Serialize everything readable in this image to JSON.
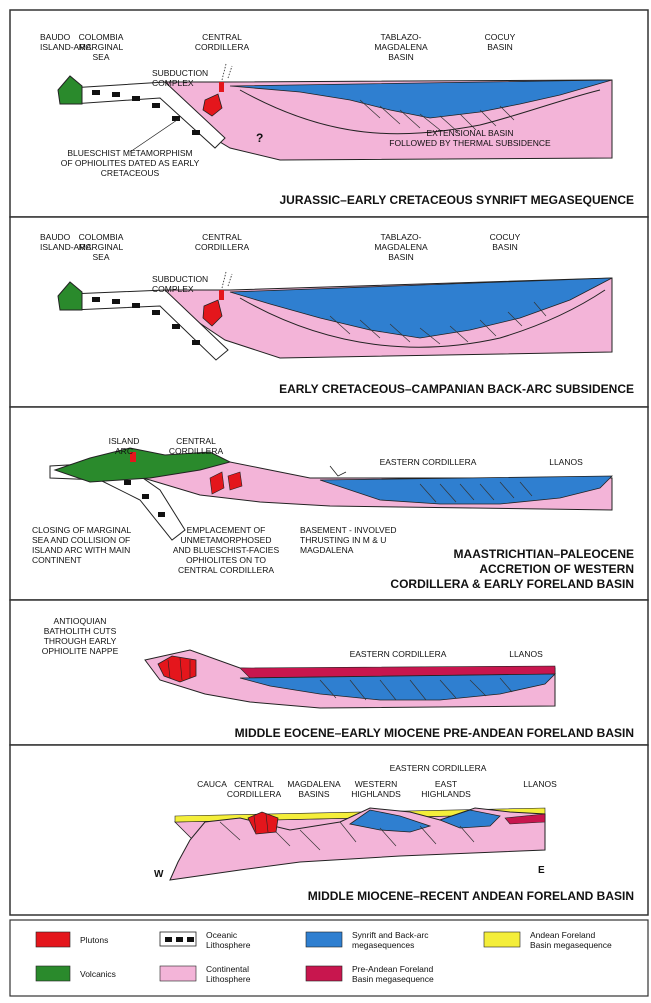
{
  "colors": {
    "pluton": "#e4161c",
    "volcanic": "#2a8a2c",
    "continental": "#f3b4d8",
    "synrift": "#2f7fd0",
    "foreland_andean": "#f4ee3a",
    "foreland_pre_andean": "#c8164e",
    "frame": "#333333"
  },
  "panels": [
    {
      "title": "JURASSIC–EARLY CRETACEOUS SYNRIFT MEGASEQUENCE",
      "labels": {
        "baudo": [
          "BAUDO",
          "ISLAND-ARC"
        ],
        "colombia": [
          "COLOMBIA",
          "MARGINAL",
          "SEA"
        ],
        "central": [
          "CENTRAL",
          "CORDILLERA"
        ],
        "tablazo": [
          "TABLAZO-",
          "MAGDALENA",
          "BASIN"
        ],
        "cocuy": [
          "COCUY",
          "BASIN"
        ],
        "subduction": [
          "SUBDUCTION",
          "COMPLEX"
        ],
        "blueschist": [
          "BLUESCHIST METAMORPHISM",
          "OF OPHIOLITES DATED AS EARLY",
          "CRETACEOUS"
        ],
        "extensional": [
          "EXTENSIONAL BASIN",
          "FOLLOWED BY THERMAL SUBSIDENCE"
        ],
        "question": "?"
      }
    },
    {
      "title": "EARLY CRETACEOUS–CAMPANIAN BACK-ARC SUBSIDENCE",
      "labels": {
        "baudo": [
          "BAUDO",
          "ISLAND-ARC"
        ],
        "colombia": [
          "COLOMBIA",
          "MARGINAL",
          "SEA"
        ],
        "central": [
          "CENTRAL",
          "CORDILLERA"
        ],
        "tablazo": [
          "TABLAZO-",
          "MAGDALENA",
          "BASIN"
        ],
        "cocuy": [
          "COCUY",
          "BASIN"
        ],
        "subduction": [
          "SUBDUCTION",
          "COMPLEX"
        ]
      }
    },
    {
      "title_lines": [
        "MAASTRICHTIAN–PALEOCENE",
        "ACCRETION OF WESTERN",
        "CORDILLERA & EARLY FORELAND BASIN"
      ],
      "labels": {
        "island_arc": [
          "ISLAND",
          "ARC"
        ],
        "central": [
          "CENTRAL",
          "CORDILLERA"
        ],
        "eastern": "EASTERN CORDILLERA",
        "llanos": "LLANOS",
        "closing": [
          "CLOSING OF MARGINAL",
          "SEA AND COLLISION OF",
          "ISLAND ARC WITH MAIN",
          "CONTINENT"
        ],
        "emplacement": [
          "EMPLACEMENT OF",
          "UNMETAMORPHOSED",
          "AND BLUESCHIST-FACIES",
          "OPHIOLITES ON TO",
          "CENTRAL CORDILLERA"
        ],
        "basement": [
          "BASEMENT - INVOLVED",
          "THRUSTING IN M & U",
          "MAGDALENA"
        ]
      }
    },
    {
      "title": "MIDDLE EOCENE–EARLY MIOCENE PRE-ANDEAN FORELAND BASIN",
      "labels": {
        "antioquian": [
          "ANTIOQUIAN",
          "BATHOLITH CUTS",
          "THROUGH EARLY",
          "OPHIOLITE NAPPE"
        ],
        "eastern": "EASTERN CORDILLERA",
        "llanos": "LLANOS"
      }
    },
    {
      "title": "MIDDLE MIOCENE–RECENT ANDEAN FORELAND BASIN",
      "labels": {
        "eastern_top": "EASTERN CORDILLERA",
        "cauca": "CAUCA",
        "central": [
          "CENTRAL",
          "CORDILLERA"
        ],
        "magdalena": [
          "MAGDALENA",
          "BASINS"
        ],
        "western": [
          "WESTERN",
          "HIGHLANDS"
        ],
        "east_high": [
          "EAST",
          "HIGHLANDS"
        ],
        "llanos": "LLANOS",
        "w": "W",
        "e": "E"
      }
    }
  ],
  "legend": {
    "plutons": "Plutons",
    "volcanics": "Volcanics",
    "oceanic": [
      "Oceanic",
      "Lithosphere"
    ],
    "continental": [
      "Continental",
      "Lithosphere"
    ],
    "synrift": [
      "Synrift and Back-arc",
      "megasequences"
    ],
    "pre_andean": [
      "Pre-Andean Foreland",
      "Basin megasequence"
    ],
    "andean": [
      "Andean Foreland",
      "Basin megasequence"
    ]
  }
}
